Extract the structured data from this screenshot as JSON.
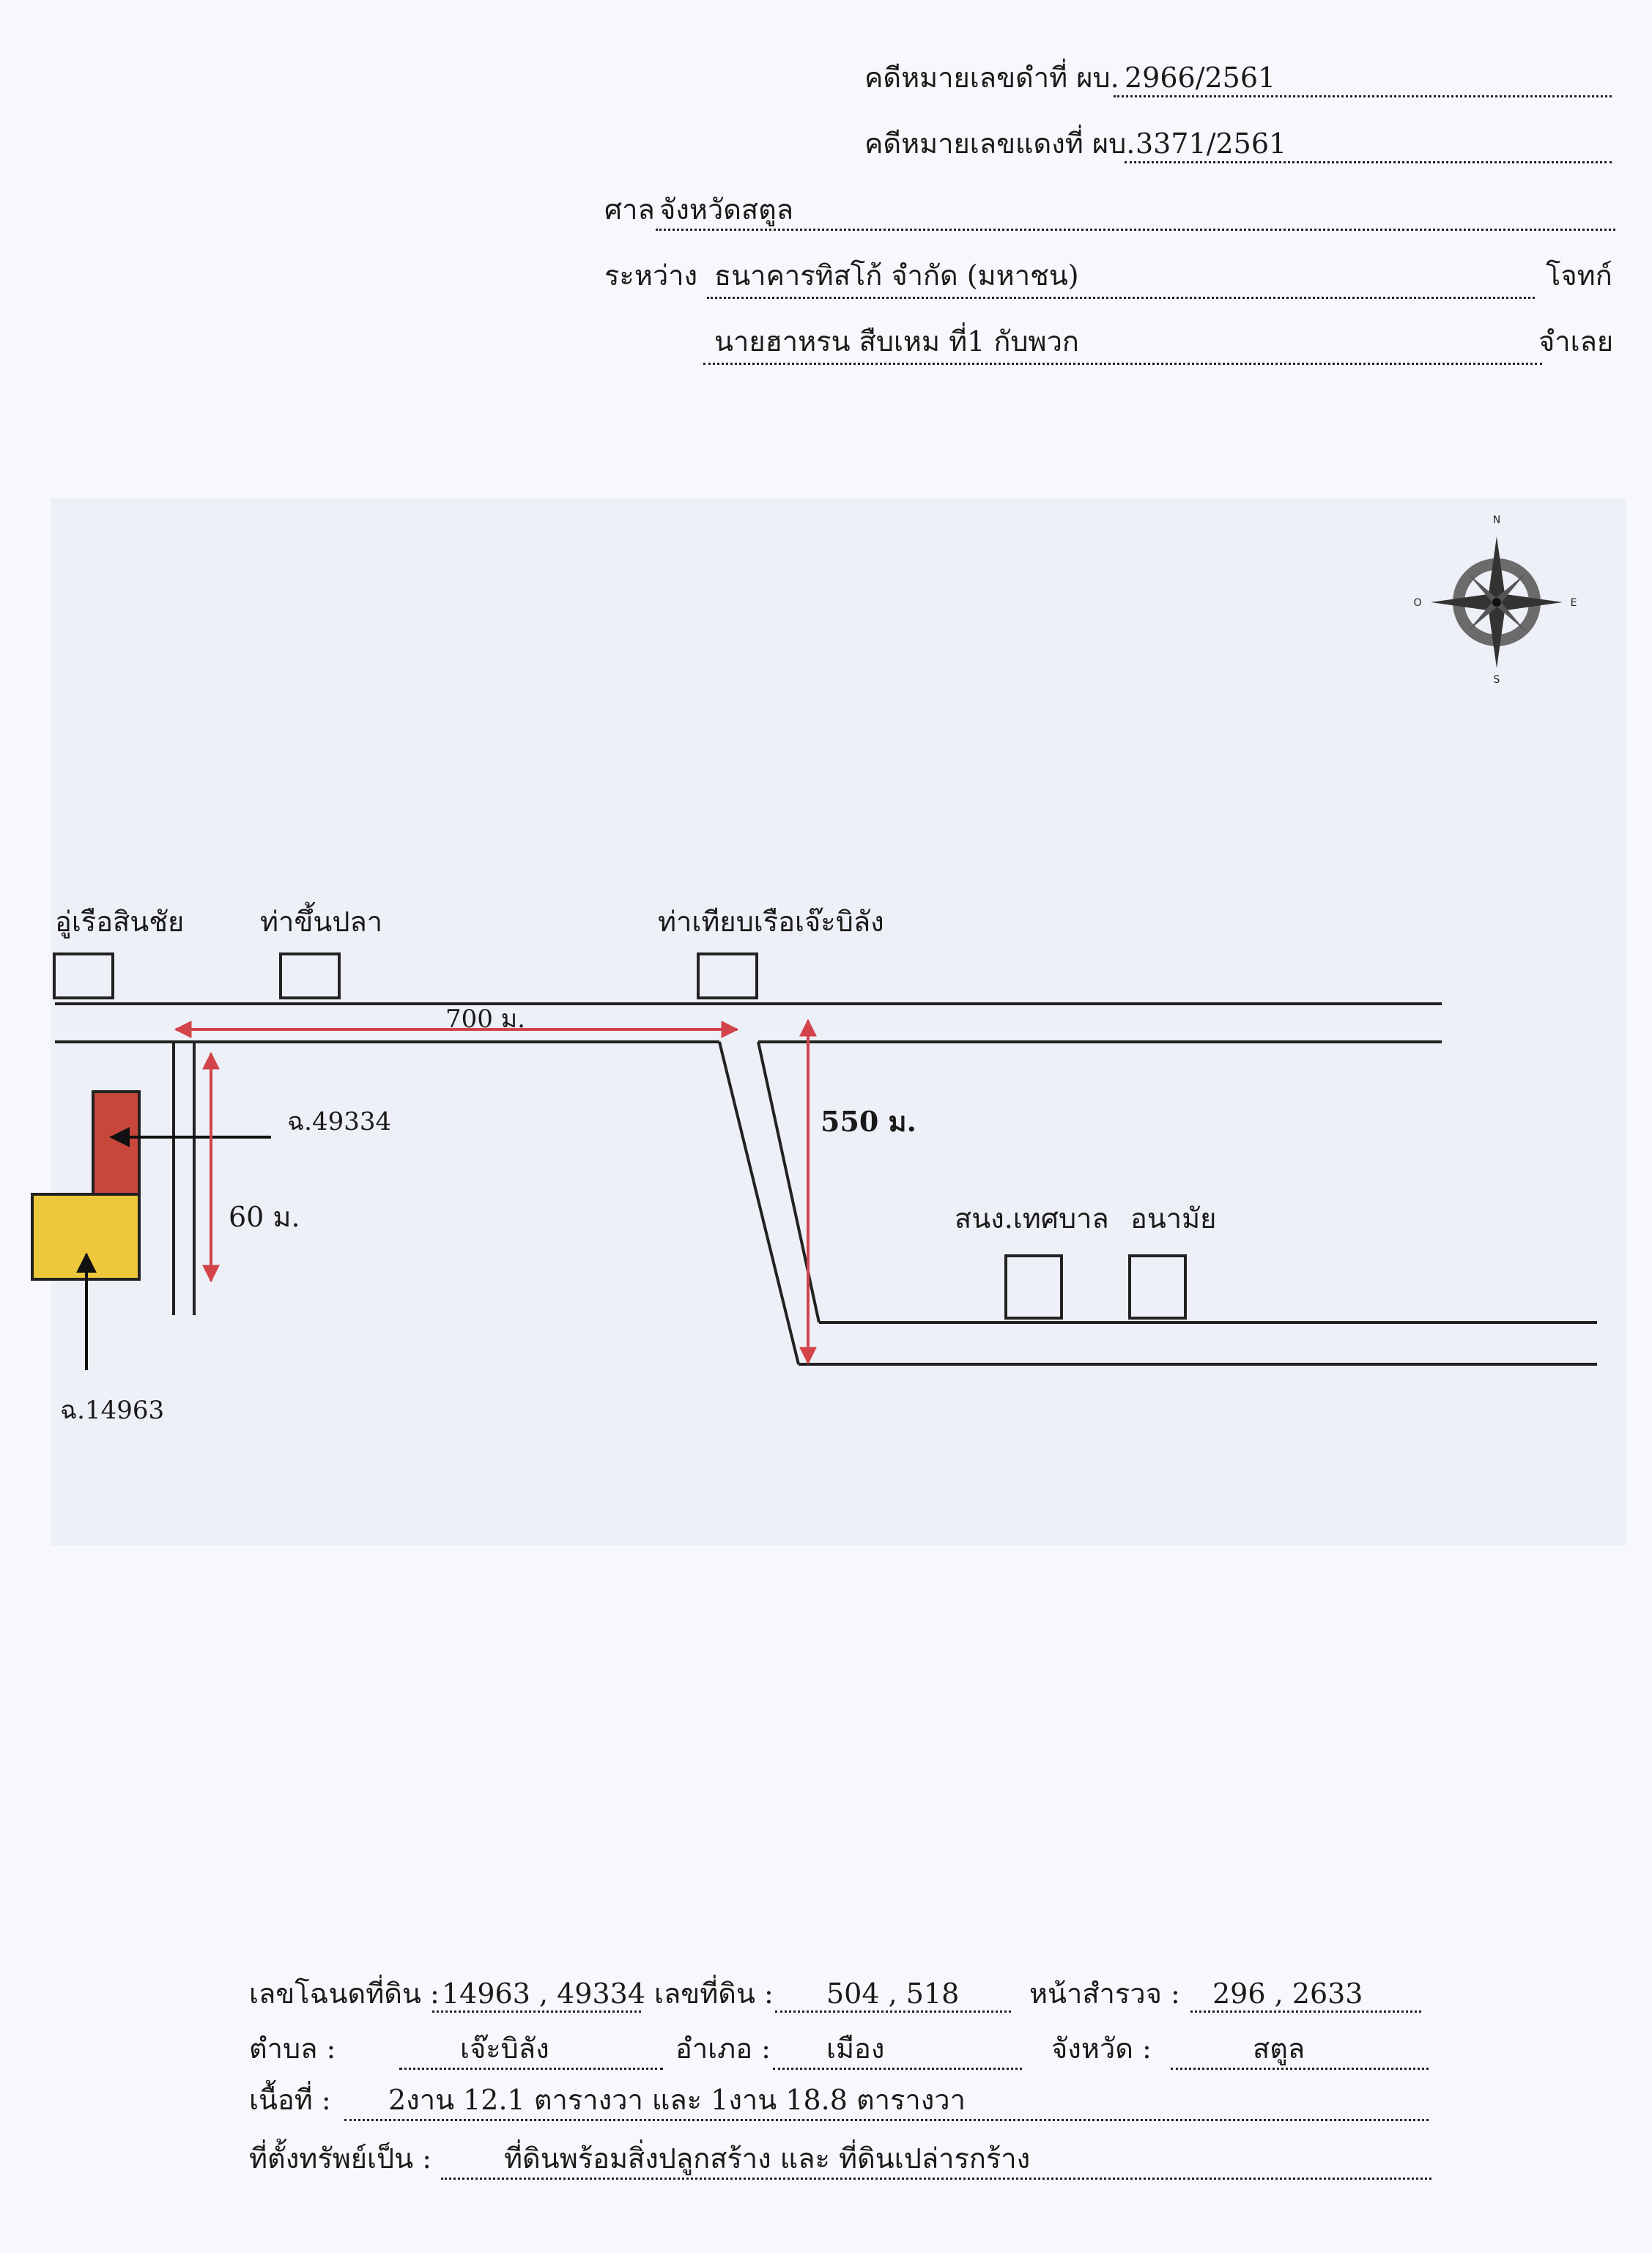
{
  "header": {
    "black_case_label": "คดีหมายเลขดำที่ ผบ.",
    "black_case_no": "2966/2561",
    "red_case_label": "คดีหมายเลขแดงที่ ผบ.",
    "red_case_no": "3371/2561",
    "court_label": "ศาล",
    "court_value": "จังหวัดสตูล",
    "between_label": "ระหว่าง",
    "plaintiff_name": "ธนาคารทิสโก้ จำกัด (มหาชน)",
    "plaintiff_role": "โจทก์",
    "defendant_name": "นายฮาหรน สืบเหม ที่1 กับพวก",
    "defendant_role": "จำเลย"
  },
  "map": {
    "compass": {
      "n": "N",
      "s": "S",
      "e": "E",
      "w": "O"
    },
    "landmarks": {
      "boatyard": "อู่เรือสินชัย",
      "fish_pier": "ท่าขึ้นปลา",
      "jetty": "ท่าเทียบเรือเจ๊ะบิลัง",
      "municipal_office": "สนง.เทศบาล",
      "health_center": "อนามัย"
    },
    "distances": {
      "road_700": "700 ม.",
      "road_550": "550 ม.",
      "road_60": "60 ม."
    },
    "plots": {
      "plot_a": "ฉ.49334",
      "plot_b": "ฉ.14963"
    },
    "colors": {
      "plot_a_fill": "#c8473b",
      "plot_b_fill": "#ecc83a",
      "measure_arrow": "#d2434a"
    }
  },
  "property": {
    "deed_label": "เลขโฉนดที่ดิน :",
    "deed_value": "14963 , 49334",
    "land_no_label": "เลขที่ดิน :",
    "land_no_value": "504 , 518",
    "survey_label": "หน้าสำรวจ :",
    "survey_value": "296 , 2633",
    "subdistrict_label": "ตำบล :",
    "subdistrict_value": "เจ๊ะบิลัง",
    "district_label": "อำเภอ :",
    "district_value": "เมือง",
    "province_label": "จังหวัด :",
    "province_value": "สตูล",
    "area_label": "เนื้อที่ :",
    "area_value": "2งาน 12.1 ตารางวา และ 1งาน 18.8 ตารางวา",
    "type_label": "ที่ตั้งทรัพย์เป็น :",
    "type_value": "ที่ดินพร้อมสิ่งปลูกสร้าง และ ที่ดินเปล่ารกร้าง"
  }
}
